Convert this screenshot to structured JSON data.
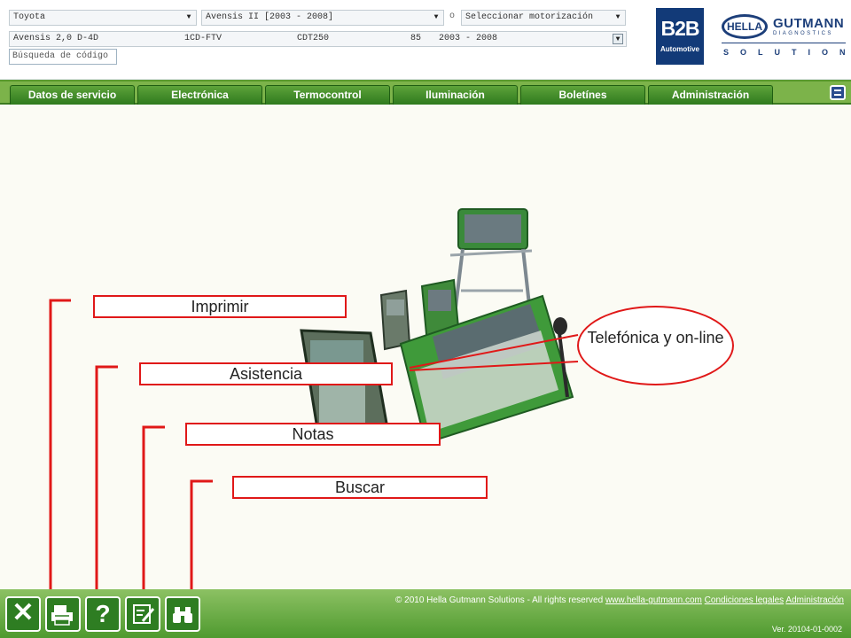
{
  "header": {
    "make_select": "Toyota",
    "model_select": "Avensis II [2003 - 2008]",
    "separator": "o",
    "engine_select_placeholder": "Seleccionar motorización",
    "vehicle_row": {
      "model": "Avensis 2,0 D-4D",
      "engine_code": "1CD-FTV",
      "type_code": "CDT250",
      "power": "85",
      "years": "2003 - 2008"
    },
    "search_placeholder": "Búsqueda de código",
    "logo_b2b": {
      "big": "B2B",
      "small": "Automotive"
    },
    "logo_hg": {
      "hella": "HELLA",
      "gutmann": "GUTMANN",
      "diag": "DIAGNOSTICS",
      "solutions": "SOLUTIONS"
    }
  },
  "nav": {
    "tabs": [
      {
        "label": "Datos de servicio"
      },
      {
        "label": "Electrónica"
      },
      {
        "label": "Termocontrol"
      },
      {
        "label": "Iluminación"
      },
      {
        "label": "Boletínes"
      },
      {
        "label": "Administración"
      }
    ]
  },
  "callouts": {
    "print": "Imprimir",
    "assist": "Asistencia",
    "notes": "Notas",
    "search": "Buscar",
    "phone": "Telefónica y on-line"
  },
  "footer": {
    "buttons": [
      {
        "icon": "close-icon",
        "glyph": "✕"
      },
      {
        "icon": "printer-icon",
        "glyph": ""
      },
      {
        "icon": "help-icon",
        "glyph": "?"
      },
      {
        "icon": "notes-icon",
        "glyph": ""
      },
      {
        "icon": "binoculars-icon",
        "glyph": ""
      }
    ],
    "copyright": "© 2010 Hella Gutmann Solutions - All rights reserved",
    "link_site": "www.hella-gutmann.com",
    "link_legal": "Condiciones legales",
    "link_admin": "Administración",
    "version": "Ver. 20104-01-0002"
  },
  "colors": {
    "accent_green": "#4f9a2f",
    "callout_red": "#e01818",
    "brand_blue": "#123a78"
  }
}
